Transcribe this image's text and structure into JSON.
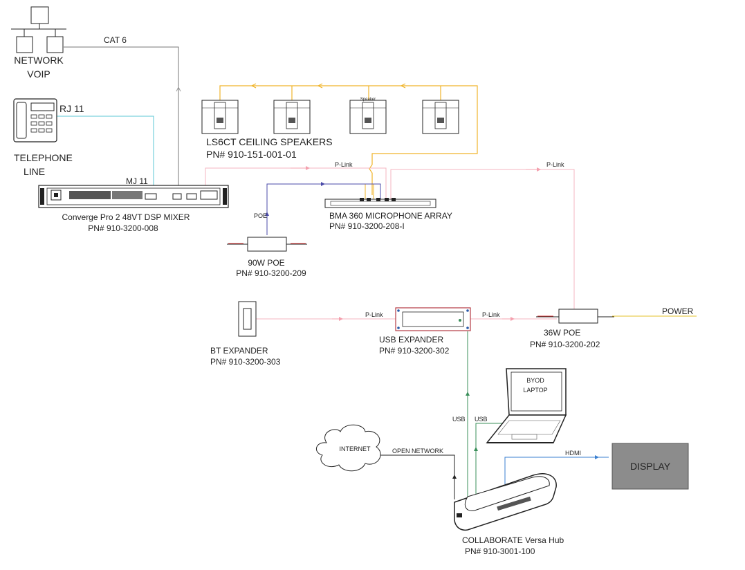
{
  "network": {
    "line1": "NETWORK",
    "line2": "VOIP"
  },
  "cat6": "CAT 6",
  "rj11": "RJ 11",
  "telephone": {
    "line1": "TELEPHONE",
    "line2": "LINE"
  },
  "mj11": "MJ 11",
  "mixer": {
    "name": "Converge Pro 2 48VT DSP MIXER",
    "pn": "PN# 910-3200-008"
  },
  "speakers": {
    "name": "LS6CT CEILING SPEAKERS",
    "pn": "PN# 910-151-001-01",
    "tag": "Speaker"
  },
  "plink": "P-Link",
  "mic": {
    "name": "BMA 360 MICROPHONE ARRAY",
    "pn": "PN# 910-3200-208-I"
  },
  "poe_label": "POE",
  "poe90": {
    "name": "90W POE",
    "pn": "PN# 910-3200-209"
  },
  "bt": {
    "name": "BT EXPANDER",
    "pn": "PN# 910-3200-303"
  },
  "usbexp": {
    "name": "USB EXPANDER",
    "pn": "PN# 910-3200-302"
  },
  "poe36": {
    "name": "36W POE",
    "pn": "PN# 910-3200-202"
  },
  "power": "POWER",
  "laptop": {
    "line1": "BYOD",
    "line2": "LAPTOP"
  },
  "usb": "USB",
  "internet": "INTERNET",
  "open_network": "OPEN NETWORK",
  "hdmi": "HDMI",
  "display": "DISPLAY",
  "hub": {
    "name": "COLLABORATE Versa Hub",
    "pn": "PN# 910-3001-100"
  },
  "colors": {
    "cat6": "#777777",
    "rj11": "#5bc7d6",
    "speaker": "#f0b42a",
    "plink": "#f4b6c0",
    "poe": "#4a4aa8",
    "usb": "#3a8f5a",
    "hdmi": "#3a7fd0",
    "power": "#e6c22a",
    "display": "#8c8c8c"
  }
}
